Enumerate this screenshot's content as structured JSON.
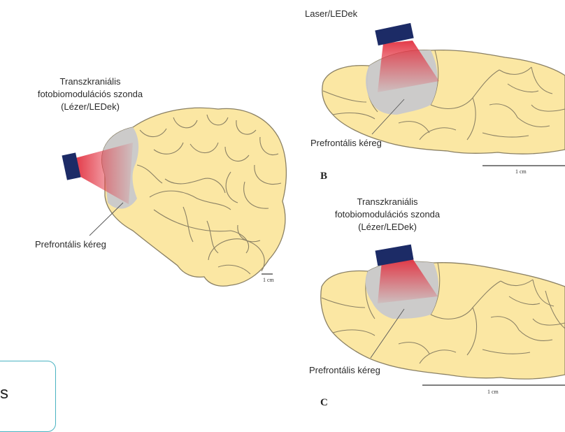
{
  "panel_a": {
    "probe_label": "Transzkraniális\nfotobiomodulációs szonda\n(Lézer/LEDek)",
    "region_label": "Prefrontális kéreg",
    "scale_label": "1 cm"
  },
  "panel_b": {
    "probe_label": "Laser/LEDek",
    "region_label": "Prefrontális kéreg",
    "scale_label": "1 cm",
    "letter": "B"
  },
  "panel_c": {
    "probe_label": "Transzkraniális\nfotobiomodulációs szonda\n(Lézer/LEDek)",
    "region_label": "Prefrontális kéreg",
    "scale_label": "1 cm",
    "letter": "C"
  },
  "callout": {
    "text": "s"
  },
  "colors": {
    "brain_fill": "#fbe7a3",
    "brain_stroke": "#8a8064",
    "cortex_gray": "#c9c9cc",
    "probe_navy": "#1c2b66",
    "beam_red": "#e2303f"
  }
}
